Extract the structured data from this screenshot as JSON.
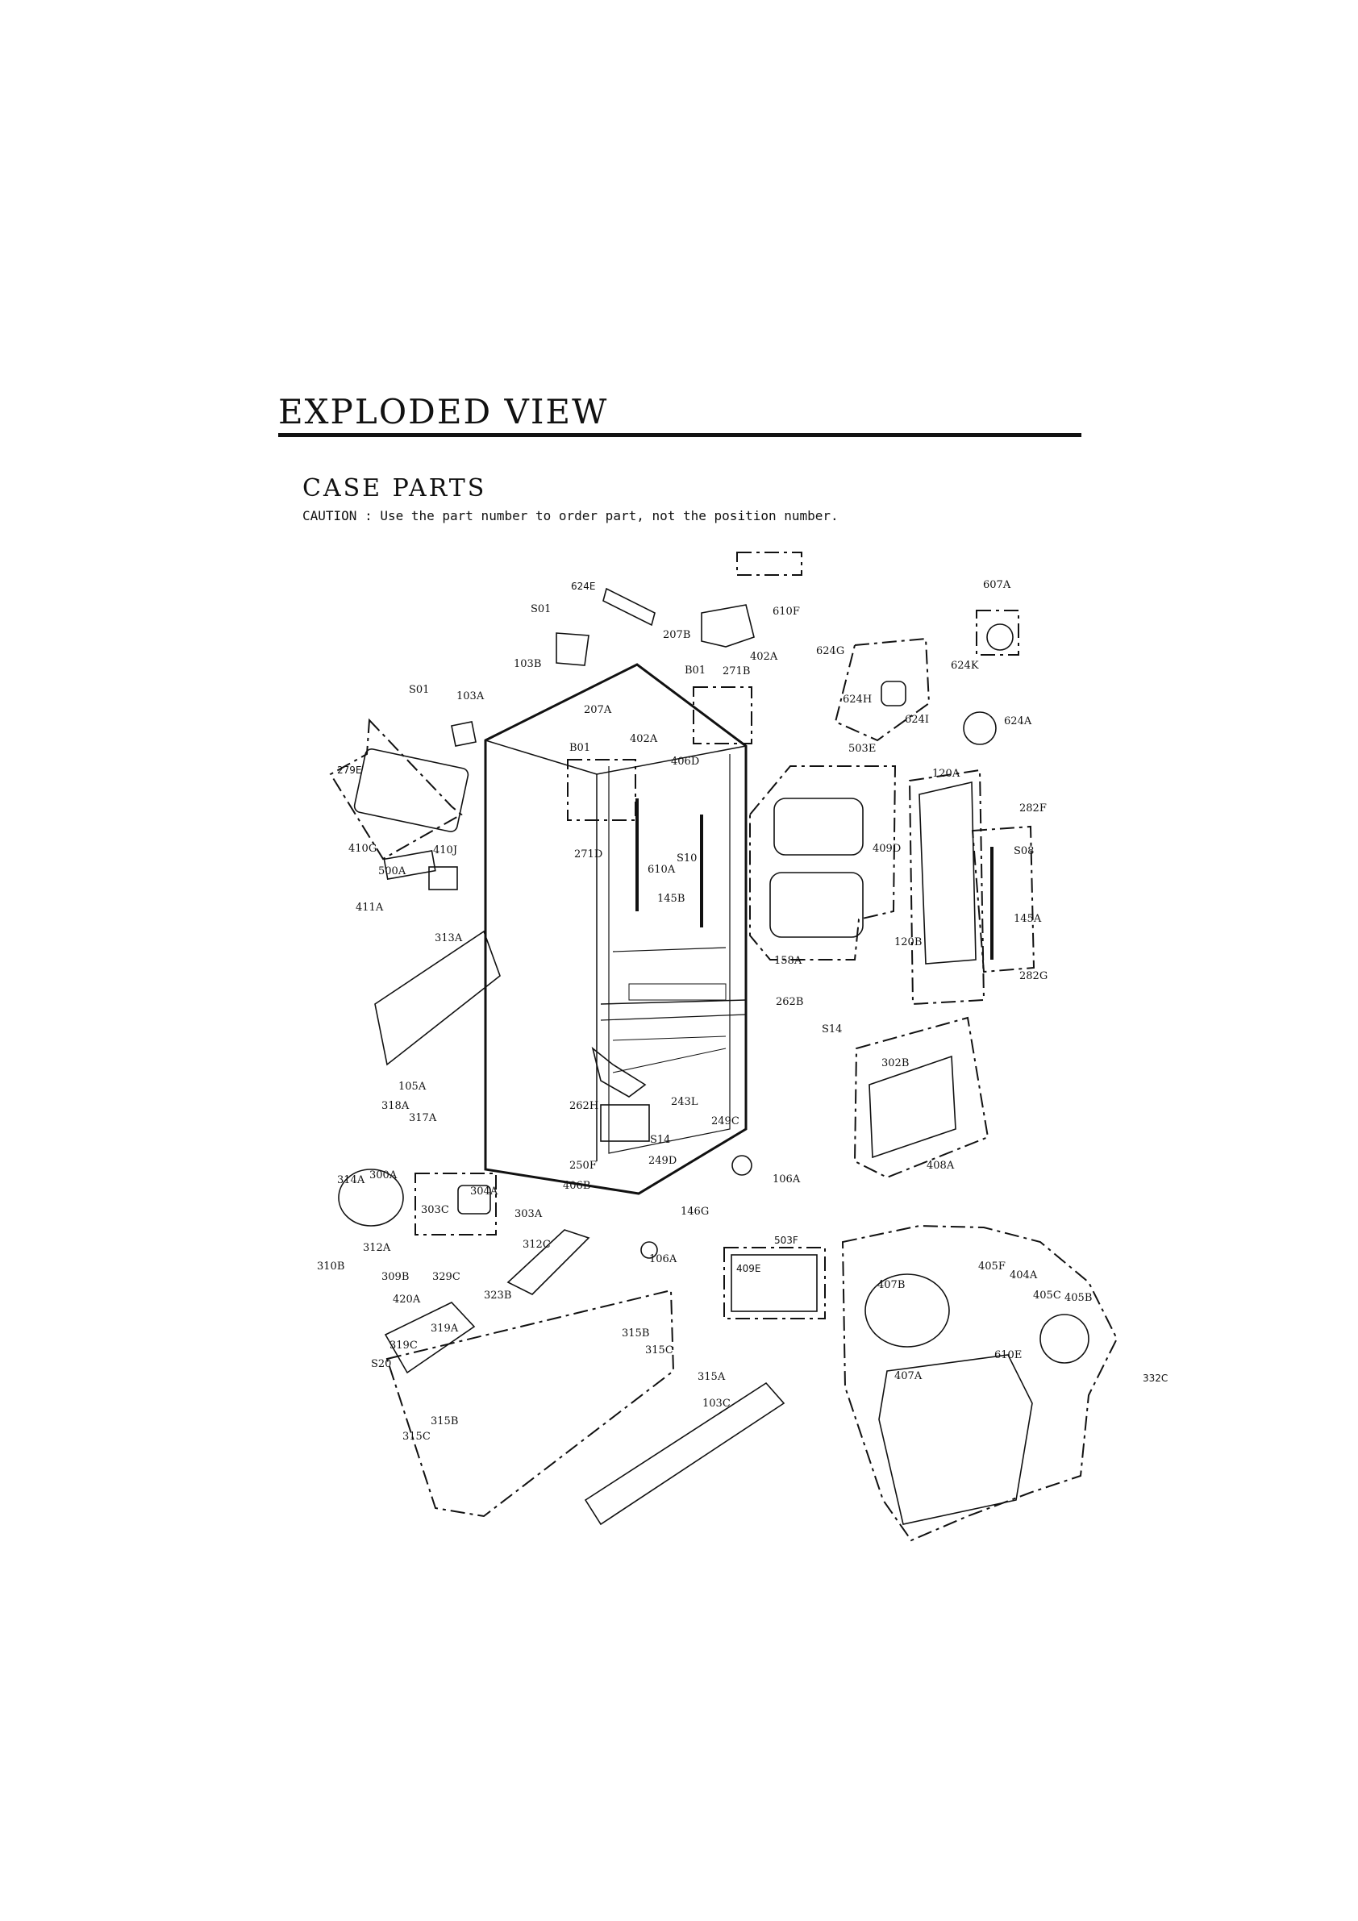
{
  "header": {
    "title": "EXPLODED VIEW",
    "section": "CASE PARTS",
    "caution": "CAUTION : Use the part number to order part, not the position number."
  },
  "parts": [
    "624E",
    "S01",
    "103B",
    "207B",
    "402A",
    "B01",
    "271B",
    "610F",
    "624G",
    "624H",
    "624I",
    "624K",
    "607A",
    "624A",
    "S01",
    "103A",
    "279E",
    "207A",
    "B01",
    "402A",
    "271D",
    "406D",
    "S10",
    "610A",
    "145B",
    "503E",
    "409D",
    "158A",
    "120A",
    "282F",
    "S08",
    "145A",
    "120B",
    "282G",
    "410G",
    "410J",
    "500A",
    "411A",
    "313A",
    "262B",
    "S14",
    "302B",
    "408A",
    "105A",
    "318A",
    "317A",
    "262H",
    "243L",
    "249C",
    "S14",
    "250F",
    "249D",
    "406B",
    "106A",
    "314A",
    "300A",
    "304A",
    "303C",
    "303A",
    "146G",
    "310B",
    "312A",
    "312C",
    "106A",
    "309B",
    "329C",
    "420A",
    "323B",
    "319A",
    "319C",
    "S20",
    "315B",
    "315C",
    "315A",
    "103C",
    "315B",
    "315C",
    "503F",
    "409E",
    "407B",
    "405F",
    "404A",
    "405C",
    "405B",
    "610E",
    "407A",
    "332C"
  ],
  "colors": {
    "ink": "#111111",
    "background": "#ffffff"
  }
}
